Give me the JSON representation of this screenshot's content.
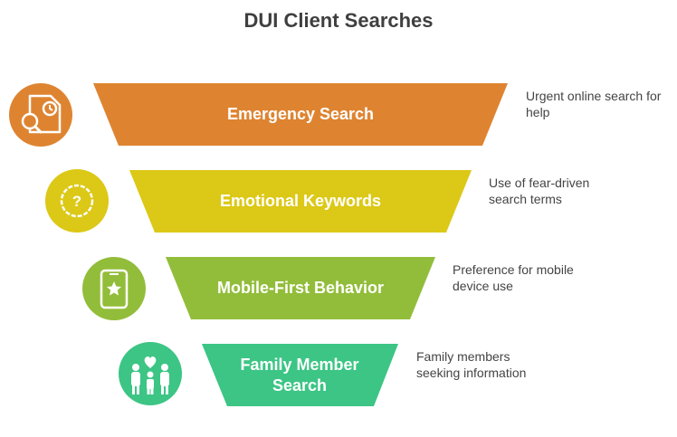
{
  "title": "DUI Client Searches",
  "stages": [
    {
      "label": "Emergency Search",
      "description": "Urgent online search for help",
      "color": "#de8431",
      "icon": "search-document-clock-icon"
    },
    {
      "label": "Emotional Keywords",
      "description": "Use of fear-driven search terms",
      "color": "#dcc816",
      "icon": "question-bubble-icon"
    },
    {
      "label": "Mobile-First Behavior",
      "description": "Preference for mobile device use",
      "color": "#92bd3a",
      "icon": "mobile-star-icon"
    },
    {
      "label": "Family Member Search",
      "description": "Family members seeking information",
      "color": "#3cc585",
      "icon": "family-heart-icon"
    }
  ]
}
